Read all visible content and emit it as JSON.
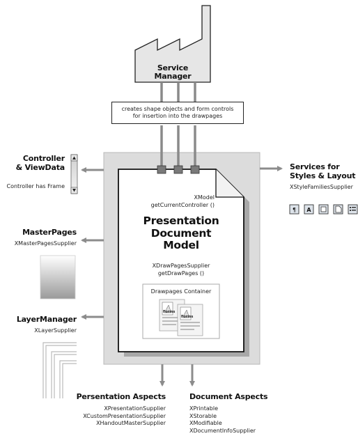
{
  "factory": {
    "title_line1": "Service",
    "title_line2": "Manager"
  },
  "creates_box": {
    "line1": "creates shape objects and form controls",
    "line2": "for insertion into the drawpages"
  },
  "controller": {
    "title_line1": "Controller",
    "title_line2": "& ViewData",
    "caption": "Controller has Frame"
  },
  "services": {
    "title_line1": "Services for",
    "title_line2": "Styles & Layout",
    "interface": "XStyleFamiliesSupplier",
    "icons": [
      "paragraph-style-icon",
      "character-style-icon",
      "frame-style-icon",
      "page-style-icon",
      "numbering-style-icon"
    ]
  },
  "document": {
    "xmodel": "XModel",
    "get_controller": "getCurrentController ()",
    "title_line1": "Presentation",
    "title_line2": "Document",
    "title_line3": "Model",
    "xdrawpages": "XDrawPagesSupplier",
    "get_drawpages": "getDrawPages ()",
    "container_label": "Drawpages Container",
    "forms_label": "Forms"
  },
  "masterpages": {
    "title": "MasterPages",
    "interface": "XMasterPagesSupplier"
  },
  "layermanager": {
    "title": "LayerManager",
    "interface": "XLayerSupplier"
  },
  "presentation_aspects": {
    "title": "Persentation Aspects",
    "items": [
      "XPresentationSupplier",
      "XCustomPresentationSupplier",
      "XHandoutMasterSupplier"
    ]
  },
  "document_aspects": {
    "title": "Document Aspects",
    "items": [
      "XPrintable",
      "XStorable",
      "XModifiable",
      "XDocumentInfoSupplier"
    ]
  },
  "colors": {
    "arrow": "#8c8c8c",
    "panel": "#dcdcdc",
    "factory": "#e6e6e6",
    "connector": "#8a8a8a"
  }
}
